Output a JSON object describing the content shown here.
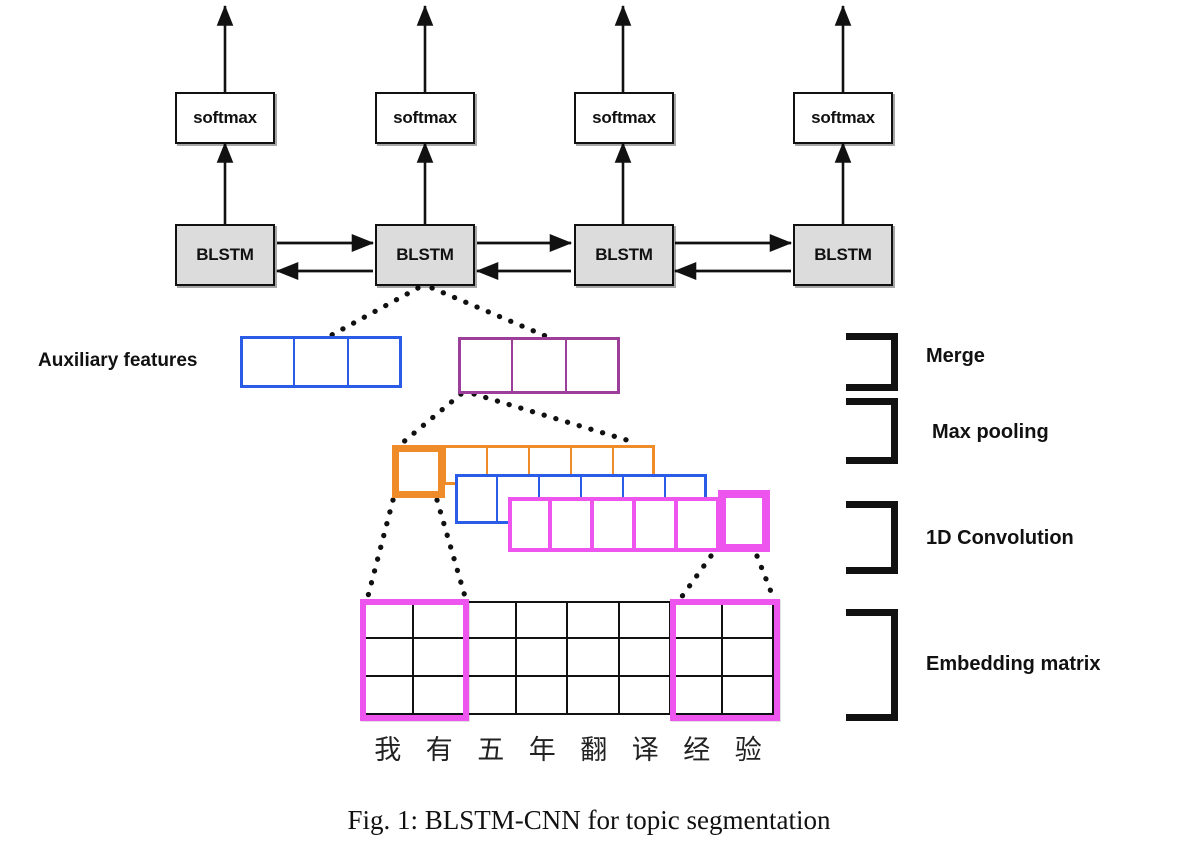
{
  "figure": {
    "caption": "Fig. 1: BLSTM-CNN for topic segmentation",
    "title": "BLSTM-CNN for topic segmentation"
  },
  "colors": {
    "blstm_fill": "#dcdcdc",
    "stroke": "#111111",
    "aux_blue": "#2b5ce8",
    "aux_purple": "#9b3f9b",
    "conv_orange": "#f08b2a",
    "conv_blue": "#2b5ce8",
    "conv_magenta": "#ee55ee",
    "embed_highlight": "#ee55ee"
  },
  "output_layer": {
    "softmax_label": "softmax",
    "nodes": [
      "softmax",
      "softmax",
      "softmax",
      "softmax"
    ]
  },
  "recurrent_layer": {
    "blstm_label": "BLSTM",
    "nodes": [
      "BLSTM",
      "BLSTM",
      "BLSTM",
      "BLSTM"
    ],
    "direction_forward": "right",
    "direction_backward": "left"
  },
  "merge_layer": {
    "auxiliary_label": "Auxiliary features",
    "aux_cells": 3,
    "feature_cells": 3
  },
  "pooling_layer": {
    "orange_cells": 6,
    "blue_cells": 6,
    "magenta_cells": 6
  },
  "embedding_layer": {
    "columns": 8,
    "rows": 3,
    "tokens": [
      "我",
      "有",
      "五",
      "年",
      "翻",
      "译",
      "经",
      "验"
    ],
    "highlighted_windows": [
      [
        0,
        1
      ],
      [
        6,
        7
      ]
    ]
  },
  "stages": [
    {
      "id": "merge",
      "label": "Merge"
    },
    {
      "id": "max-pooling",
      "label": "Max pooling"
    },
    {
      "id": "conv1d",
      "label": "1D Convolution"
    },
    {
      "id": "embedding",
      "label": "Embedding matrix"
    }
  ],
  "chart_data": {
    "type": "diagram",
    "title": "BLSTM-CNN for topic segmentation",
    "layers": [
      {
        "name": "softmax",
        "count": 4,
        "shape": "box",
        "fill": "#ffffff"
      },
      {
        "name": "BLSTM",
        "count": 4,
        "shape": "box",
        "fill": "#dcdcdc",
        "bidirectional": true
      },
      {
        "name": "Merge",
        "count": 2,
        "shape": "cell-strip",
        "cells_each": 3,
        "colors": [
          "#2b5ce8",
          "#9b3f9b"
        ]
      },
      {
        "name": "Max pooling",
        "count": 1,
        "shape": "bracket"
      },
      {
        "name": "1D Convolution",
        "count": 3,
        "shape": "cell-strip",
        "cells_each": 6,
        "colors": [
          "#f08b2a",
          "#2b5ce8",
          "#ee55ee"
        ]
      },
      {
        "name": "Embedding matrix",
        "shape": "grid",
        "columns": 8,
        "rows": 3
      }
    ],
    "input_tokens": [
      "我",
      "有",
      "五",
      "年",
      "翻",
      "译",
      "经",
      "验"
    ]
  }
}
